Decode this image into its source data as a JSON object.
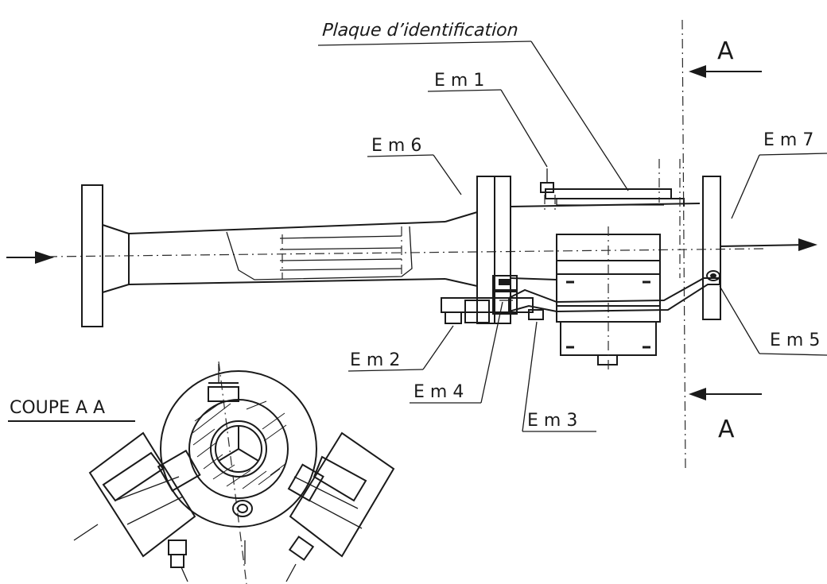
{
  "labels": {
    "plaque": "Plaque d’identification",
    "em1": "E m 1",
    "em2": "E m 2",
    "em3": "E m 3",
    "em4": "E m 4",
    "em5": "E m 5",
    "em6": "E m 6",
    "em7": "E m 7",
    "section_top": "A",
    "section_bottom": "A",
    "coupe": "COUPE A A"
  },
  "colors": {
    "ink": "#1a1a1a",
    "paper": "#ffffff"
  }
}
